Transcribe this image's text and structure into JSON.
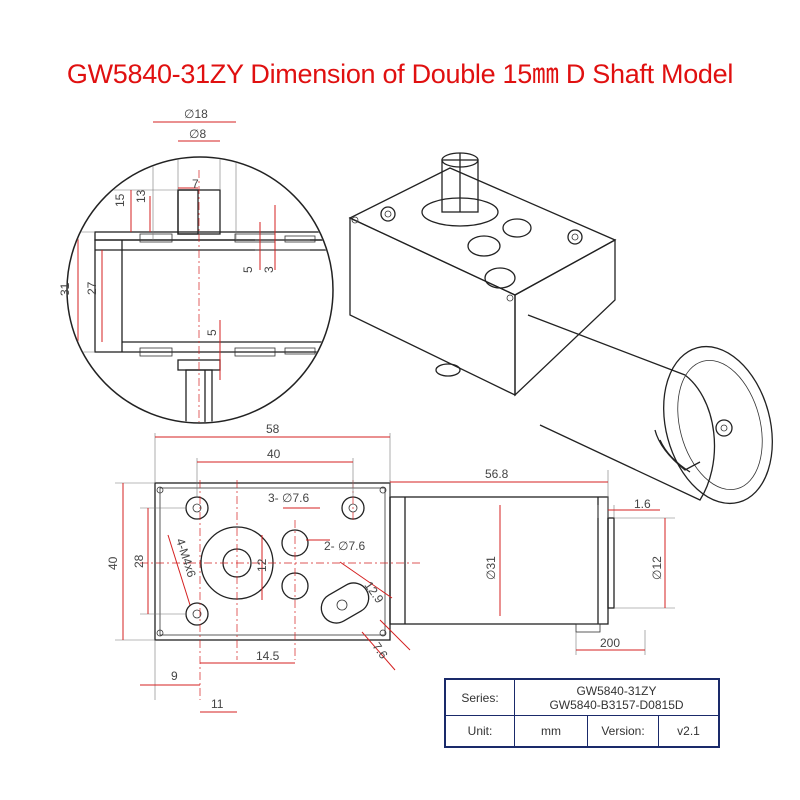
{
  "title": "GW5840-31ZY Dimension of Double 15㎜ D Shaft Model",
  "detail_dims": {
    "d18": "∅18",
    "d8": "∅8",
    "w7": "7",
    "h15": "15",
    "h13": "13",
    "h5a": "5",
    "h3": "3",
    "h31": "31",
    "h27": "27",
    "h5b": "5"
  },
  "front_dims": {
    "w58": "58",
    "w40": "40",
    "h40": "40",
    "h28": "28",
    "holes3": "3- ∅7.6",
    "holes2": "2- ∅7.6",
    "threads": "4-M4x6",
    "d12": "12",
    "d12_9": "12.9",
    "d7_6": "7.6",
    "w9": "9",
    "w14_5": "14.5",
    "w11": "11"
  },
  "motor_dims": {
    "len": "56.8",
    "d31": "∅31",
    "end": "1.6",
    "d12": "∅12",
    "wire": "200"
  },
  "spec_table": {
    "series_label": "Series:",
    "series_value_1": "GW5840-31ZY",
    "series_value_2": "GW5840-B3157-D0815D",
    "unit_label": "Unit:",
    "unit_value": "mm",
    "version_label": "Version:",
    "version_value": "v2.1"
  },
  "colors": {
    "title": "#e01010",
    "dimension": "#d42020",
    "table_border": "#1a2a6a"
  }
}
